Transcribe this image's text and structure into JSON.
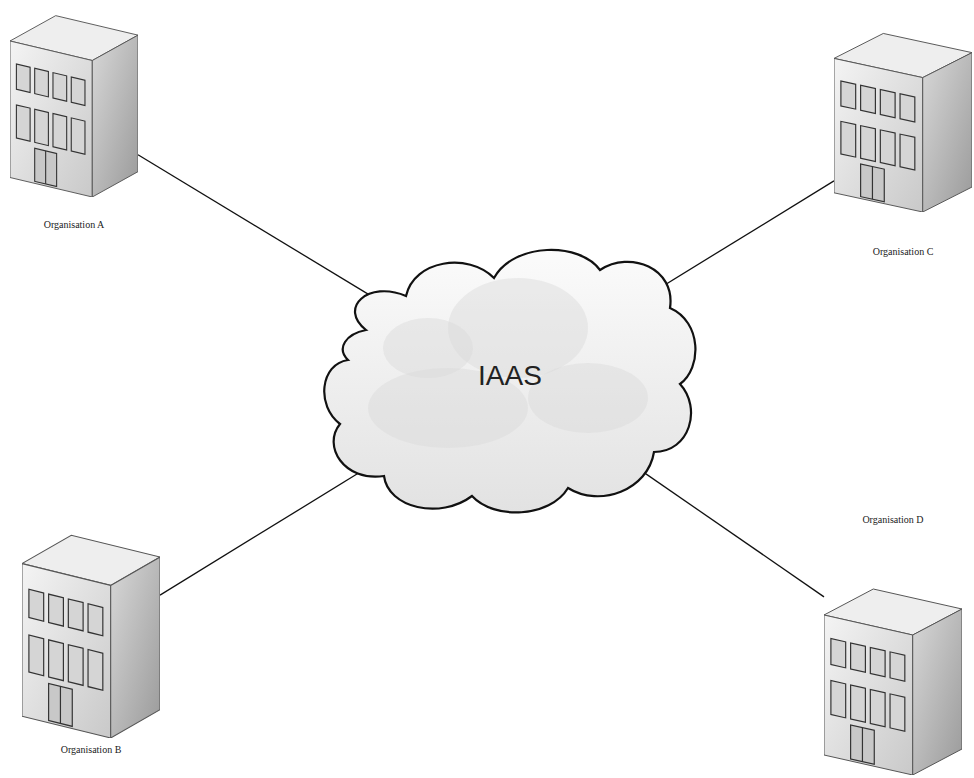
{
  "diagram": {
    "nodes": [
      {
        "text": [
          "Organisation A"
        ]
      },
      {
        "text": [
          "Organisation C"
        ]
      },
      {
        "text": [
          "IAAS"
        ]
      },
      {
        "text": [
          "Organisation B"
        ]
      },
      {
        "text": [
          "Organisation D"
        ]
      }
    ],
    "edges": [
      {
        "from": 0,
        "to": 2,
        "arrow": "none"
      },
      {
        "from": 1,
        "to": 2,
        "arrow": "none"
      },
      {
        "from": 3,
        "to": 2,
        "arrow": "none"
      },
      {
        "from": 4,
        "to": 2,
        "arrow": "none"
      }
    ]
  }
}
